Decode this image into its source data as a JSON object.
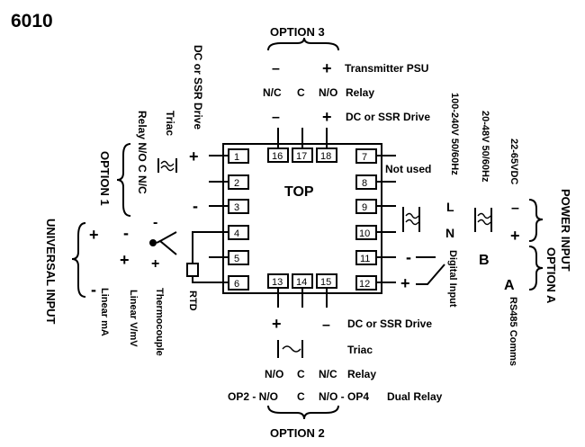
{
  "model": "6010",
  "body_label": "TOP",
  "terminals": [
    "1",
    "2",
    "3",
    "4",
    "5",
    "6",
    "7",
    "8",
    "9",
    "10",
    "11",
    "12",
    "13",
    "14",
    "15",
    "16",
    "17",
    "18"
  ],
  "option3": {
    "title": "OPTION 3",
    "psu_minus": "–",
    "psu_plus": "+",
    "psu_label": "Transmitter PSU",
    "relay_nc": "N/C",
    "relay_c": "C",
    "relay_no": "N/O",
    "relay_label": "Relay",
    "dc_minus": "–",
    "dc_plus": "+",
    "dc_label": "DC or SSR Drive"
  },
  "option1": {
    "title": "OPTION 1",
    "relay_label": "Relay N/O  C  N/C",
    "triac_label": "Triac",
    "dc_label": "DC or SSR Drive",
    "dc_plus": "+",
    "dc_minus": "-"
  },
  "universal_input": {
    "title": "UNIVERSAL INPUT",
    "ma_plus": "+",
    "ma_minus": "-",
    "ma_label": "Linear mA",
    "mv_minus": "-",
    "mv_plus": "+",
    "mv_label": "Linear V/mV",
    "tc_minus": "-",
    "tc_plus": "+",
    "tc_label": "Thermocouple",
    "rtd_label": "RTD"
  },
  "right_side": {
    "not_used": "Not used",
    "ac_high_label": "100-240V 50/60Hz",
    "ac_low_label": "20-48V 50/60Hz",
    "dc_label": "22-65VDC",
    "line_l": "L",
    "line_n": "N",
    "dc_minus": "–",
    "dc_plus": "+",
    "power_input_title": "POWER INPUT",
    "digital_input_label": "Digital Input",
    "digital_minus": "-",
    "digital_plus": "+",
    "rs485_b": "B",
    "rs485_a": "A",
    "rs485_label": "RS485 Comms",
    "option_a_title": "OPTION A"
  },
  "option2": {
    "title": "OPTION 2",
    "dc_plus": "+",
    "dc_minus": "–",
    "dc_label": "DC or SSR Drive",
    "triac_label": "Triac",
    "relay_no": "N/O",
    "relay_c": "C",
    "relay_nc": "N/C",
    "relay_label": "Relay",
    "dual_op2": "OP2 - N/O",
    "dual_c": "C",
    "dual_op4": "N/O - OP4",
    "dual_label": "Dual Relay"
  }
}
